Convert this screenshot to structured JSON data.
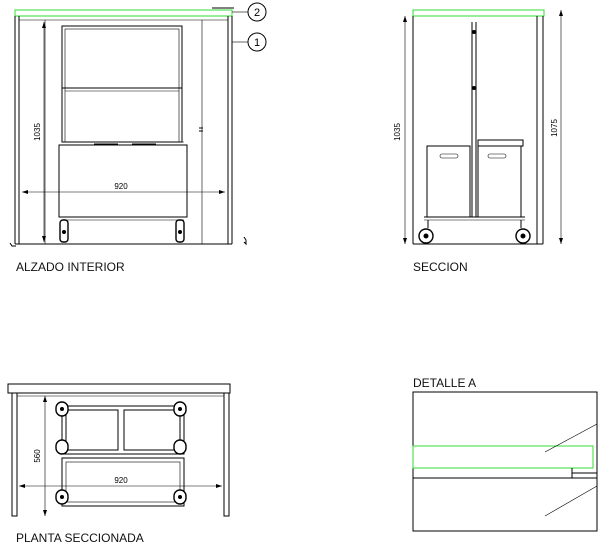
{
  "views": {
    "alzado": {
      "caption": "ALZADO INTERIOR",
      "dim_height": "1035",
      "dim_width": "920",
      "callout_1": "1",
      "callout_2": "2"
    },
    "seccion": {
      "caption": "SECCION",
      "dim_height_inner": "1035",
      "dim_height_outer": "1075"
    },
    "planta": {
      "caption": "PLANTA SECCIONADA",
      "dim_depth": "560",
      "dim_width": "920"
    },
    "detalle": {
      "caption": "DETALLE A"
    }
  },
  "colors": {
    "line": "#000000",
    "highlight": "#33dd33"
  }
}
